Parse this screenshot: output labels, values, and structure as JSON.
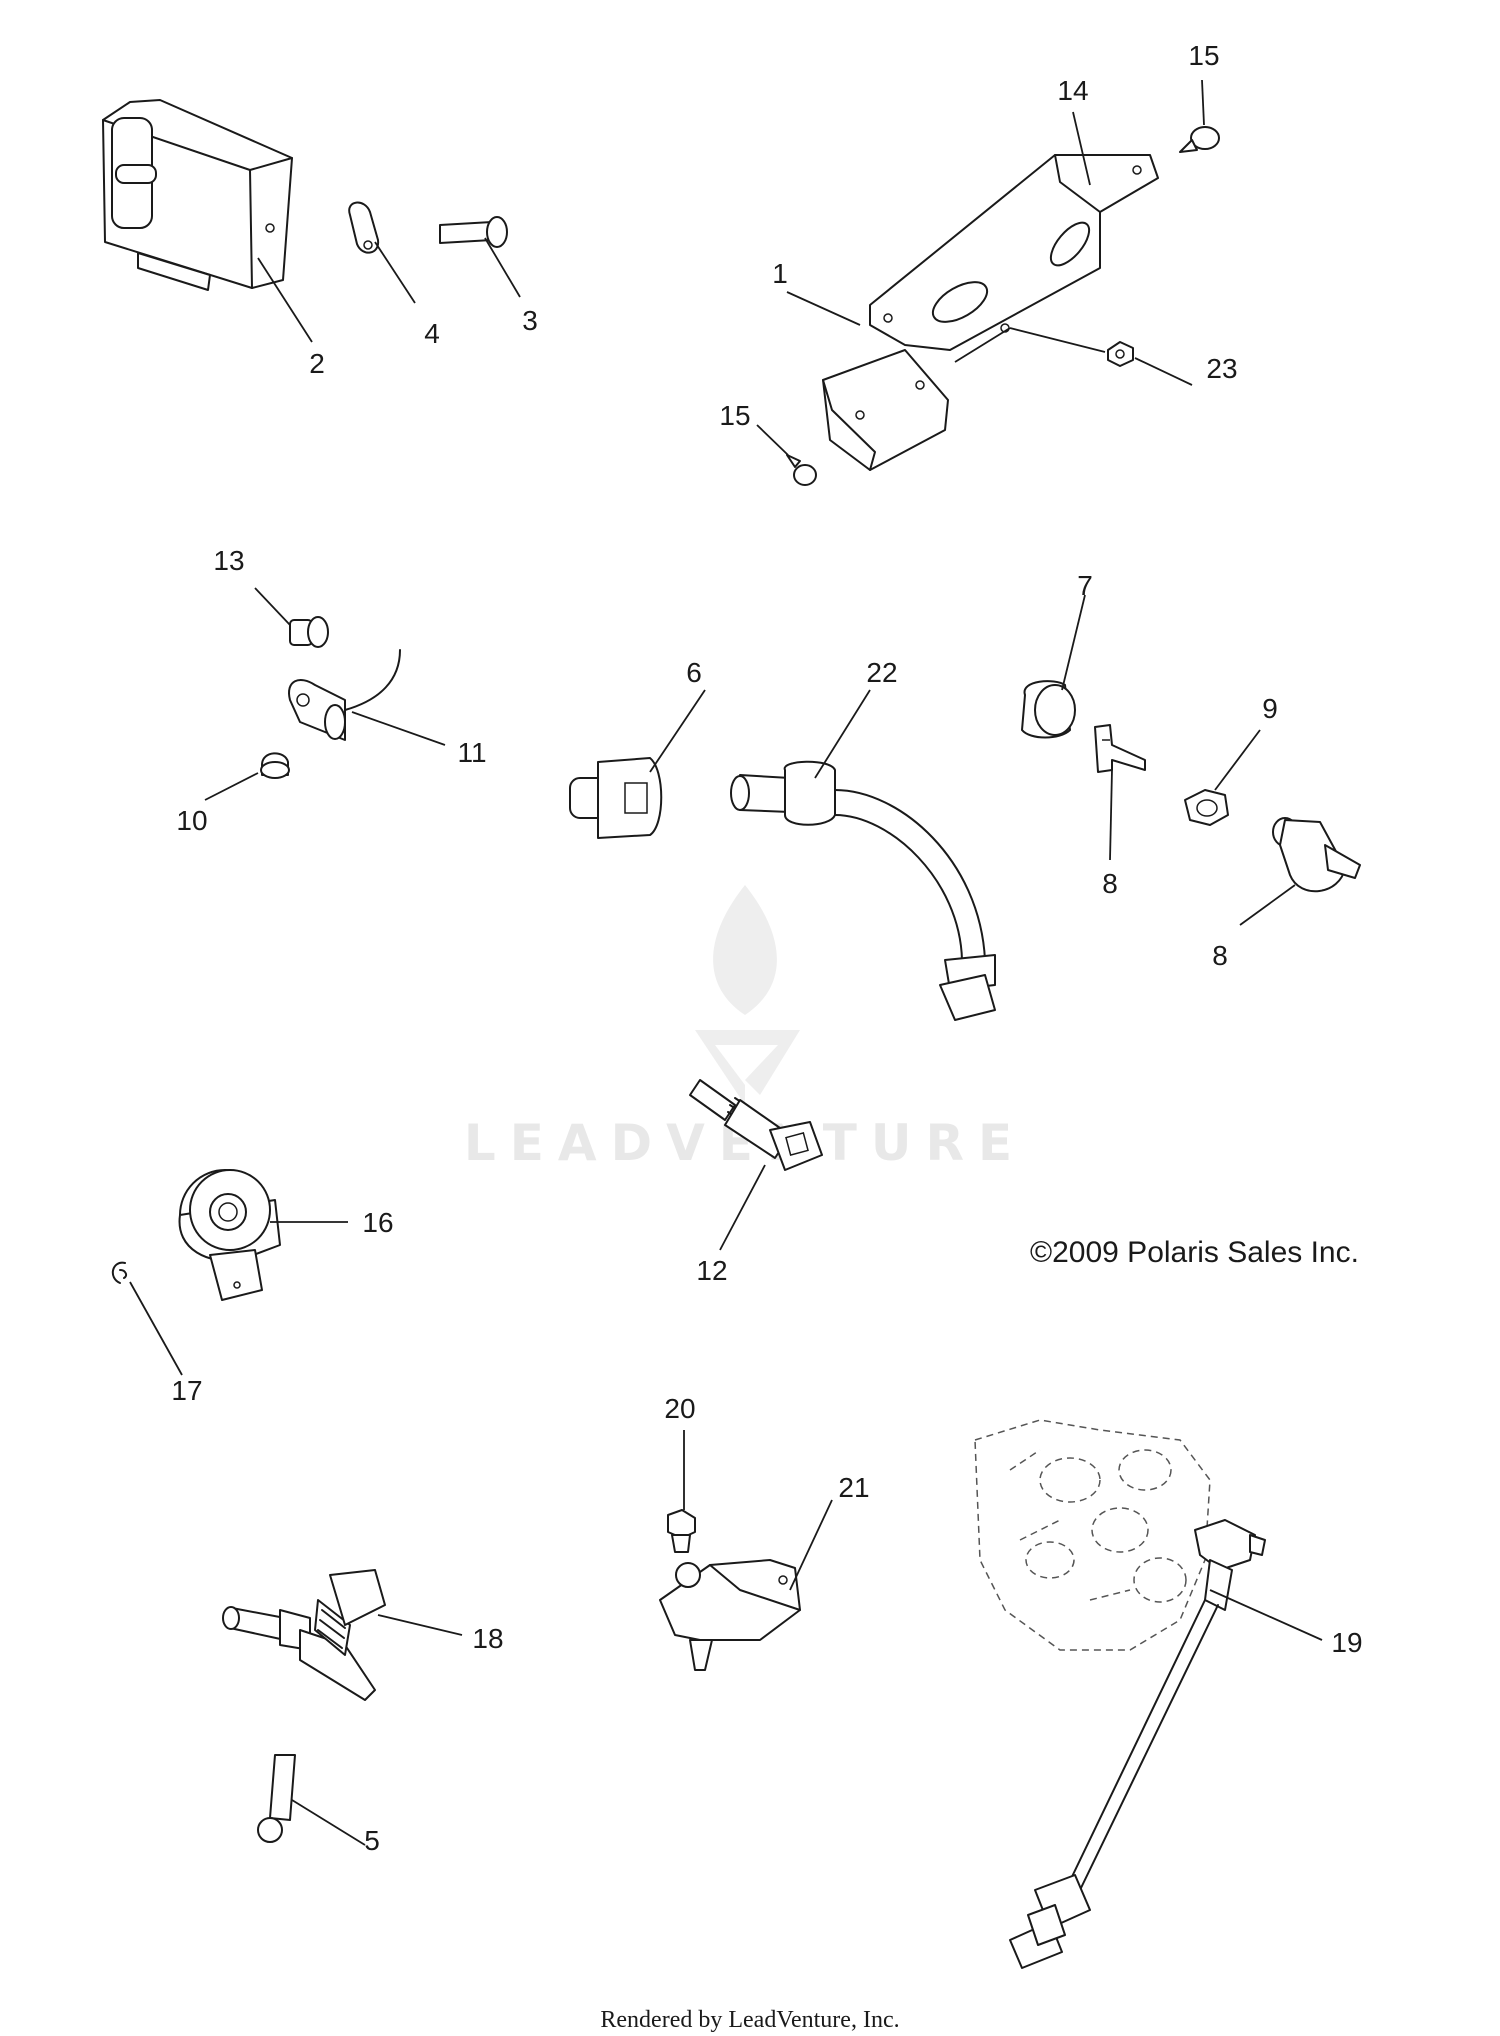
{
  "diagram": {
    "copyright": "©2009 Polaris Sales Inc.",
    "footer": "Rendered by LeadVenture, Inc.",
    "watermark": "LEADVENTURE",
    "callouts": {
      "c1": "1",
      "c2": "2",
      "c3": "3",
      "c4": "4",
      "c5": "5",
      "c6": "6",
      "c7": "7",
      "c8a": "8",
      "c8b": "8",
      "c9": "9",
      "c10": "10",
      "c11": "11",
      "c12": "12",
      "c13": "13",
      "c14": "14",
      "c15a": "15",
      "c15b": "15",
      "c16": "16",
      "c17": "17",
      "c18": "18",
      "c19": "19",
      "c20": "20",
      "c21": "21",
      "c22": "22",
      "c23": "23"
    }
  },
  "colors": {
    "line": "#1a1a1a",
    "watermark": "#e8e8e8",
    "background": "#ffffff"
  }
}
